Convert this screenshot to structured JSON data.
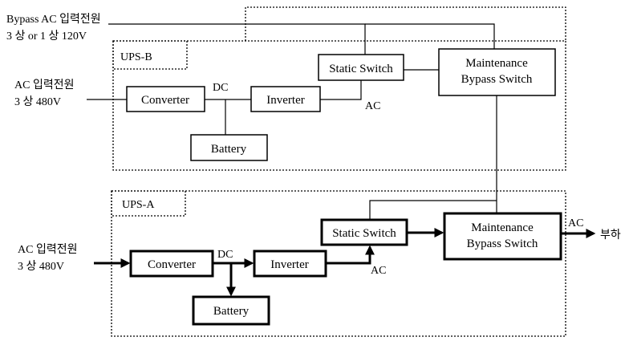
{
  "inputs": {
    "bypass_line1": "Bypass AC 입력전원",
    "bypass_line2": "3 상 or 1 상 120V",
    "ups_b_ac_line1": "AC 입력전원",
    "ups_b_ac_line2": "3 상 480V",
    "ups_a_ac_line1": "AC 입력전원",
    "ups_a_ac_line2": "3 상 480V"
  },
  "ups_b": {
    "name": "UPS-B",
    "converter": "Converter",
    "dc": "DC",
    "inverter": "Inverter",
    "battery": "Battery",
    "static_switch": "Static Switch",
    "ac": "AC",
    "maintenance_line1": "Maintenance",
    "maintenance_line2": "Bypass Switch"
  },
  "ups_a": {
    "name": "UPS-A",
    "converter": "Converter",
    "dc": "DC",
    "inverter": "Inverter",
    "battery": "Battery",
    "static_switch": "Static Switch",
    "ac": "AC",
    "maintenance_line1": "Maintenance",
    "maintenance_line2": "Bypass Switch"
  },
  "output": {
    "ac": "AC",
    "load": "부하"
  }
}
